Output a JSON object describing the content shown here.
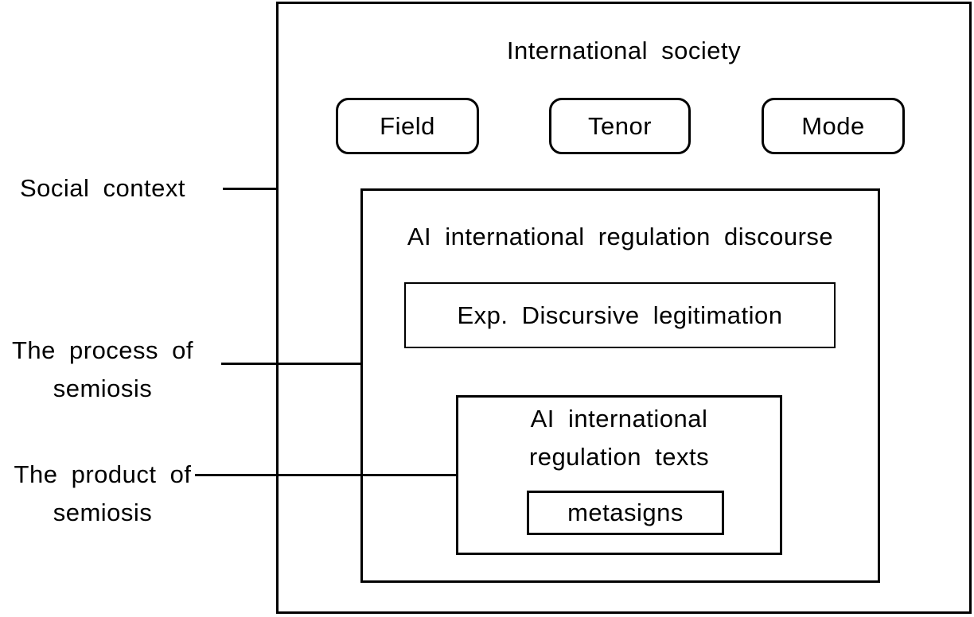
{
  "colors": {
    "stroke": "#000000",
    "background": "#ffffff"
  },
  "outer": {
    "title": "International society"
  },
  "register": {
    "field": "Field",
    "tenor": "Tenor",
    "mode": "Mode"
  },
  "discourse": {
    "title": "AI international regulation discourse",
    "legitimation": "Exp. Discursive legitimation",
    "texts": {
      "line1": "AI international",
      "line2": "regulation texts",
      "metasigns": "metasigns"
    }
  },
  "side_labels": {
    "social": {
      "line1": "Social context"
    },
    "process": {
      "line1": "The process of",
      "line2": "semiosis"
    },
    "product": {
      "line1": "The product of",
      "line2": "semiosis"
    }
  }
}
